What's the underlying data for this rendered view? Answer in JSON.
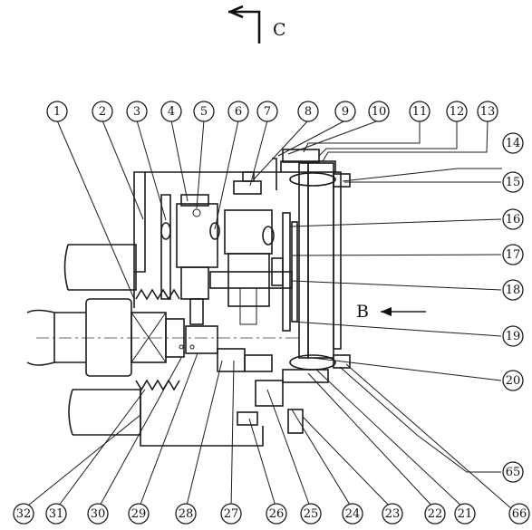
{
  "drawing": {
    "section_marker": "C",
    "view_marker": "B"
  },
  "callouts": [
    "1",
    "2",
    "3",
    "4",
    "5",
    "6",
    "7",
    "8",
    "9",
    "10",
    "11",
    "12",
    "13",
    "14",
    "15",
    "16",
    "17",
    "18",
    "19",
    "20",
    "65",
    "66",
    "21",
    "22",
    "23",
    "24",
    "25",
    "26",
    "27",
    "28",
    "29",
    "30",
    "31",
    "32"
  ]
}
